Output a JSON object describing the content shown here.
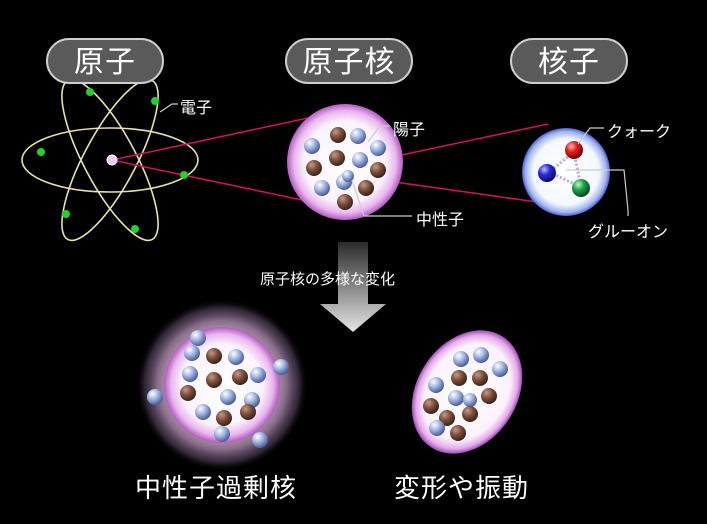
{
  "headers": {
    "atom": "原子",
    "nucleus": "原子核",
    "nucleon": "核子"
  },
  "labels": {
    "electron": "電子",
    "proton": "陽子",
    "neutron": "中性子",
    "quark": "クォーク",
    "gluon": "グルーオン",
    "arrow_caption": "原子核の多様な変化",
    "neutron_rich": "中性子過剰核",
    "deformation": "変形や振動"
  },
  "colors": {
    "background": "#000000",
    "orbit": "#e8e2b0",
    "electron_dot": "#22d12a",
    "link_line": "#c8145a",
    "proton": "#7a4f3d",
    "neutron": "#8fa6d8",
    "nucleus_glow": "#e7a8f0",
    "quark_red": "#e11d1d",
    "quark_blue": "#2b2bd8",
    "quark_green": "#1ea34a"
  }
}
